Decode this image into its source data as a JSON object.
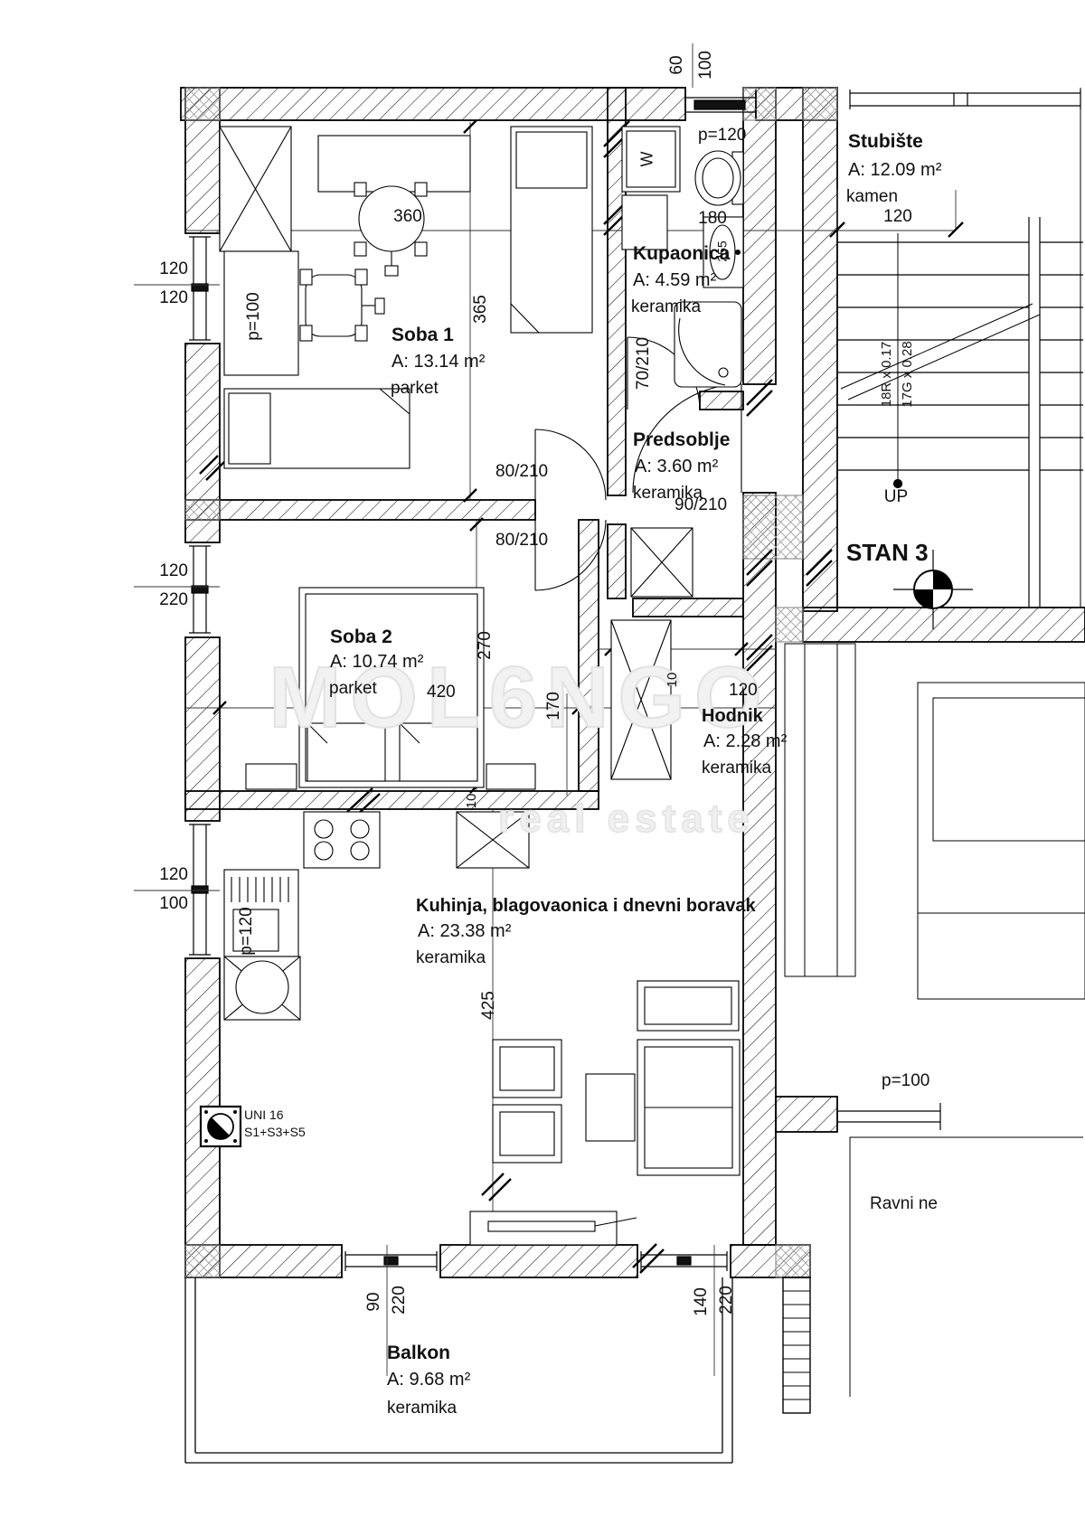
{
  "unit": {
    "label": "STAN 3"
  },
  "watermark": {
    "name": "MOL6NGO",
    "tagline": "real estate"
  },
  "rooms": {
    "stubiste": {
      "name": "Stubište",
      "area": "A: 12.09 m²",
      "floor": "kamen"
    },
    "soba1": {
      "name": "Soba 1",
      "area": "A: 13.14 m²",
      "floor": "parket"
    },
    "kupaonica": {
      "name": "Kupaonica",
      "area": "A: 4.59 m²",
      "floor": "keramika"
    },
    "predsoblje": {
      "name": "Predsoblje",
      "area": "A: 3.60 m²",
      "floor": "keramika"
    },
    "soba2": {
      "name": "Soba 2",
      "area": "A: 10.74 m²",
      "floor": "parket"
    },
    "hodnik": {
      "name": "Hodnik",
      "area": "A: 2.28 m²",
      "floor": "keramika"
    },
    "kuhinja": {
      "name": "Kuhinja, blagovaonica i dnevni boravak",
      "area": "A: 23.38 m²",
      "floor": "keramika"
    },
    "balkon": {
      "name": "Balkon",
      "area": "A: 9.68 m²",
      "floor": "keramika"
    }
  },
  "doors": {
    "soba1": "80/210",
    "soba2": "80/210",
    "kupaonica": "70/210",
    "entrance": "90/210"
  },
  "stairs": {
    "up": "UP",
    "risers": "18R x 0.17",
    "goings": "17G x 0.28"
  },
  "dims": {
    "top_w": "60",
    "top_h": "100",
    "p_top": "p=120",
    "s1_w": "360",
    "s1_d": "365",
    "p_s1": "p=100",
    "w1_a": "120",
    "w1_b": "120",
    "kup_w": "180",
    "sink": "255",
    "stu_w": "120",
    "s2_w": "420",
    "s2_d": "270",
    "w2_a": "120",
    "w2_b": "220",
    "hod_w": "120",
    "hod_d": "170",
    "off1": "10",
    "off2": "10",
    "kit_d": "425",
    "w3_a": "120",
    "w3_b": "100",
    "p_kit": "p=120",
    "bw1_a": "90",
    "bw1_b": "220",
    "bw2_a": "140",
    "bw2_b": "220",
    "p_right": "p=100"
  },
  "annotations": {
    "washer": "W",
    "uni": "UNI 16",
    "sections": "S1+S3+S5",
    "roof": "Ravni ne"
  }
}
